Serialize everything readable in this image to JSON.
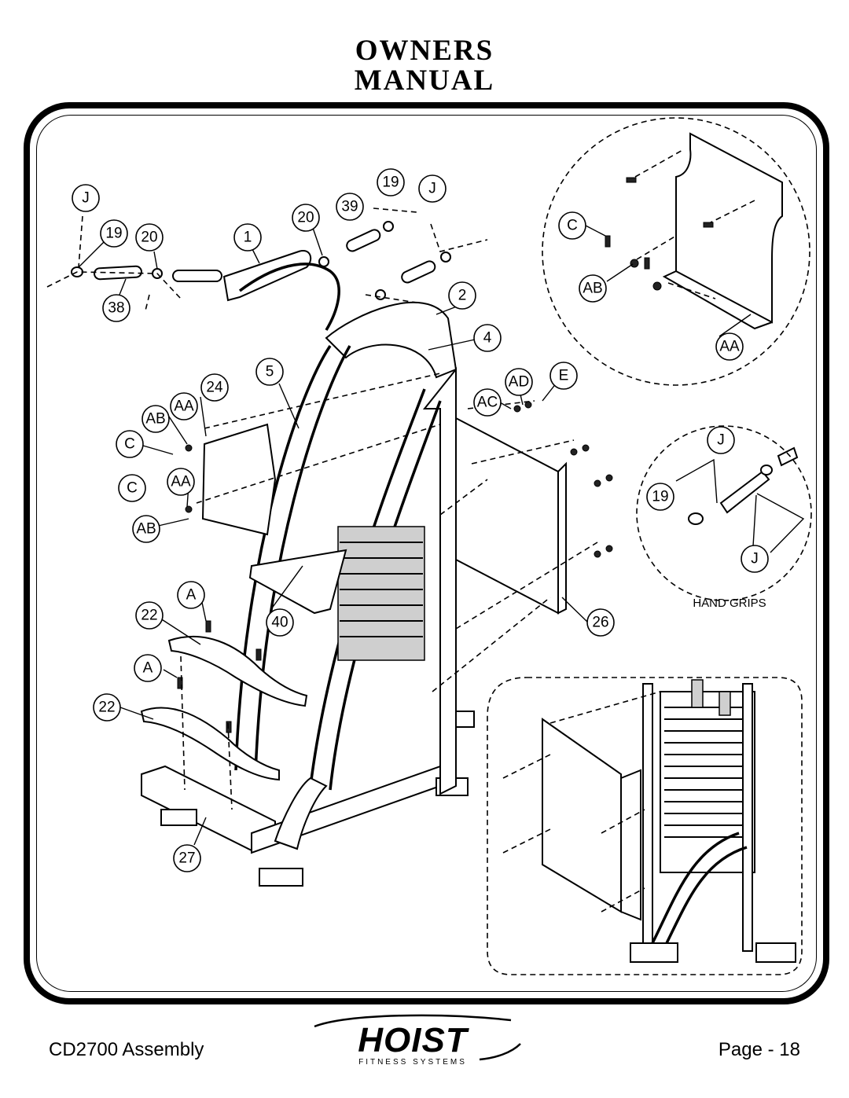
{
  "header": {
    "title_line1": "OWNERS",
    "title_line2": "MANUAL"
  },
  "diagram": {
    "callouts": {
      "j1": "J",
      "n19a": "19",
      "n20a": "20",
      "n38": "38",
      "n1": "1",
      "n20b": "20",
      "n39": "39",
      "n19b": "19",
      "j2": "J",
      "n2": "2",
      "n4": "4",
      "n5": "5",
      "n24": "24",
      "ab1": "AB",
      "aa1": "AA",
      "c1": "C",
      "c2": "C",
      "aa2": "AA",
      "ab2": "AB",
      "ad": "AD",
      "e": "E",
      "ac": "AC",
      "a1": "A",
      "n22a": "22",
      "n40": "40",
      "a2": "A",
      "n22b": "22",
      "n26": "26",
      "n27": "27",
      "c3": "C",
      "ab3": "AB",
      "aa3": "AA",
      "j3": "J",
      "n19c": "19",
      "j4": "J"
    },
    "hand_grips_label": "HAND GRIPS"
  },
  "footer": {
    "left": "CD2700 Assembly",
    "right": "Page - 18",
    "logo_text": "HOIST",
    "logo_sub": "FITNESS SYSTEMS"
  }
}
